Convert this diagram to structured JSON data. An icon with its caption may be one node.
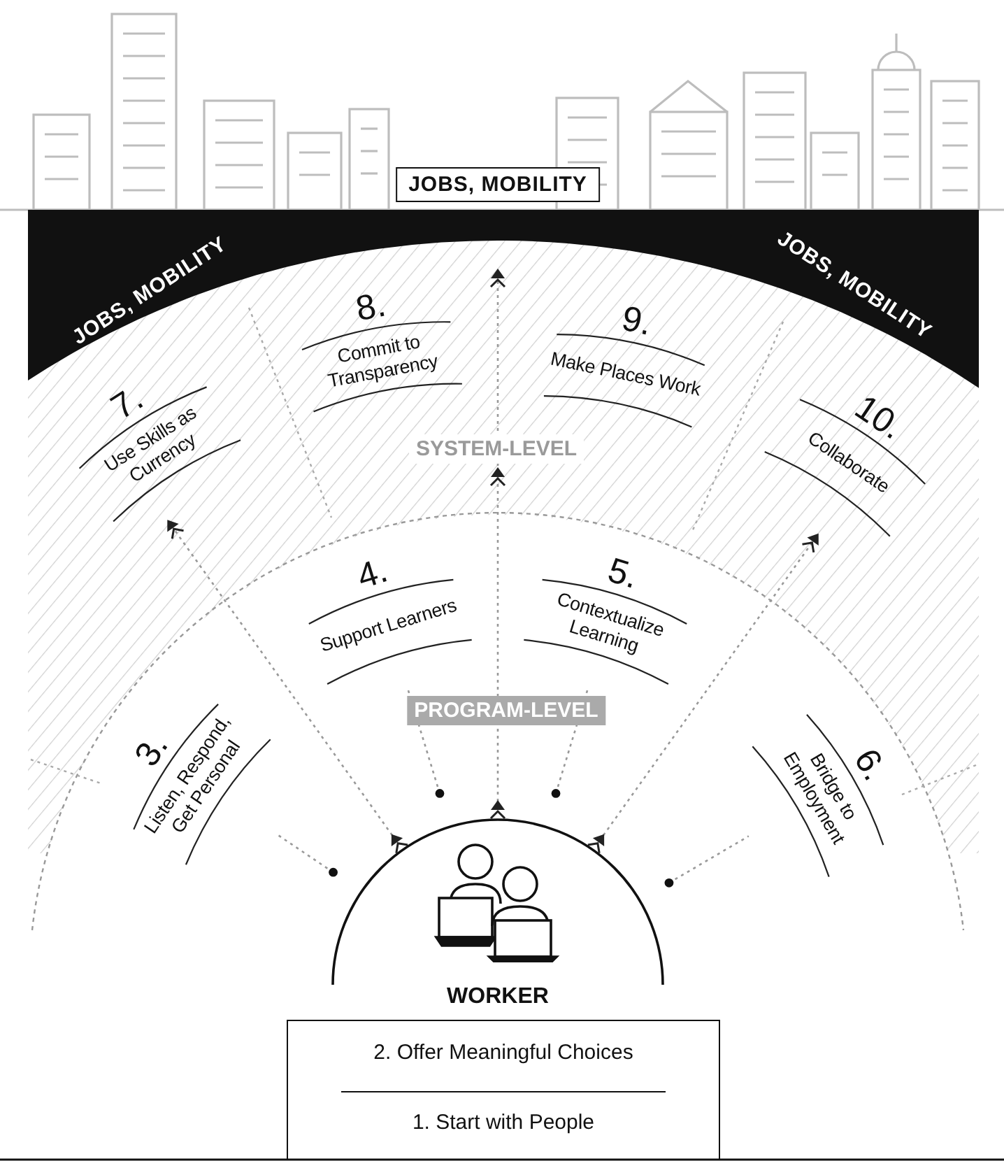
{
  "diagram": {
    "nodes": [
      {
        "text": [
          "JOBS, MOBILITY",
          "JOBS, MOBILITY",
          "JOBS, MOBILITY"
        ]
      },
      {
        "text": [
          "8.",
          "Commit to Transparency"
        ]
      },
      {
        "text": [
          "9.",
          "Make Places Work"
        ]
      },
      {
        "text": [
          "7.",
          "Use Skills as Currency"
        ]
      },
      {
        "text": [
          "10.",
          "Collaborate"
        ]
      },
      {
        "text": [
          "4.",
          "Support Learners"
        ]
      },
      {
        "text": [
          "5.",
          "Contextualize Learning"
        ]
      },
      {
        "text": [
          "3.",
          "Listen, Respond, Get Personal"
        ]
      },
      {
        "text": [
          "6.",
          "Bridge to Employment"
        ]
      },
      {
        "text": [
          "WORKER"
        ]
      },
      {
        "text": [
          "2. Offer Meaningful Choices",
          "1. Start with People"
        ]
      }
    ],
    "edges": [
      {
        "from": 9,
        "to": 7,
        "arrow": "other"
      },
      {
        "from": 9,
        "to": 5,
        "arrow": "other"
      },
      {
        "from": 9,
        "to": 6,
        "arrow": "other"
      },
      {
        "from": 9,
        "to": 8,
        "arrow": "other"
      },
      {
        "from": 9,
        "to": 3,
        "arrow": "to"
      },
      {
        "from": 9,
        "to": 0,
        "arrow": "to"
      },
      {
        "from": 9,
        "to": 4,
        "arrow": "to"
      }
    ],
    "labels": [
      "SYSTEM-LEVEL",
      "PROGRAM-LEVEL"
    ]
  }
}
